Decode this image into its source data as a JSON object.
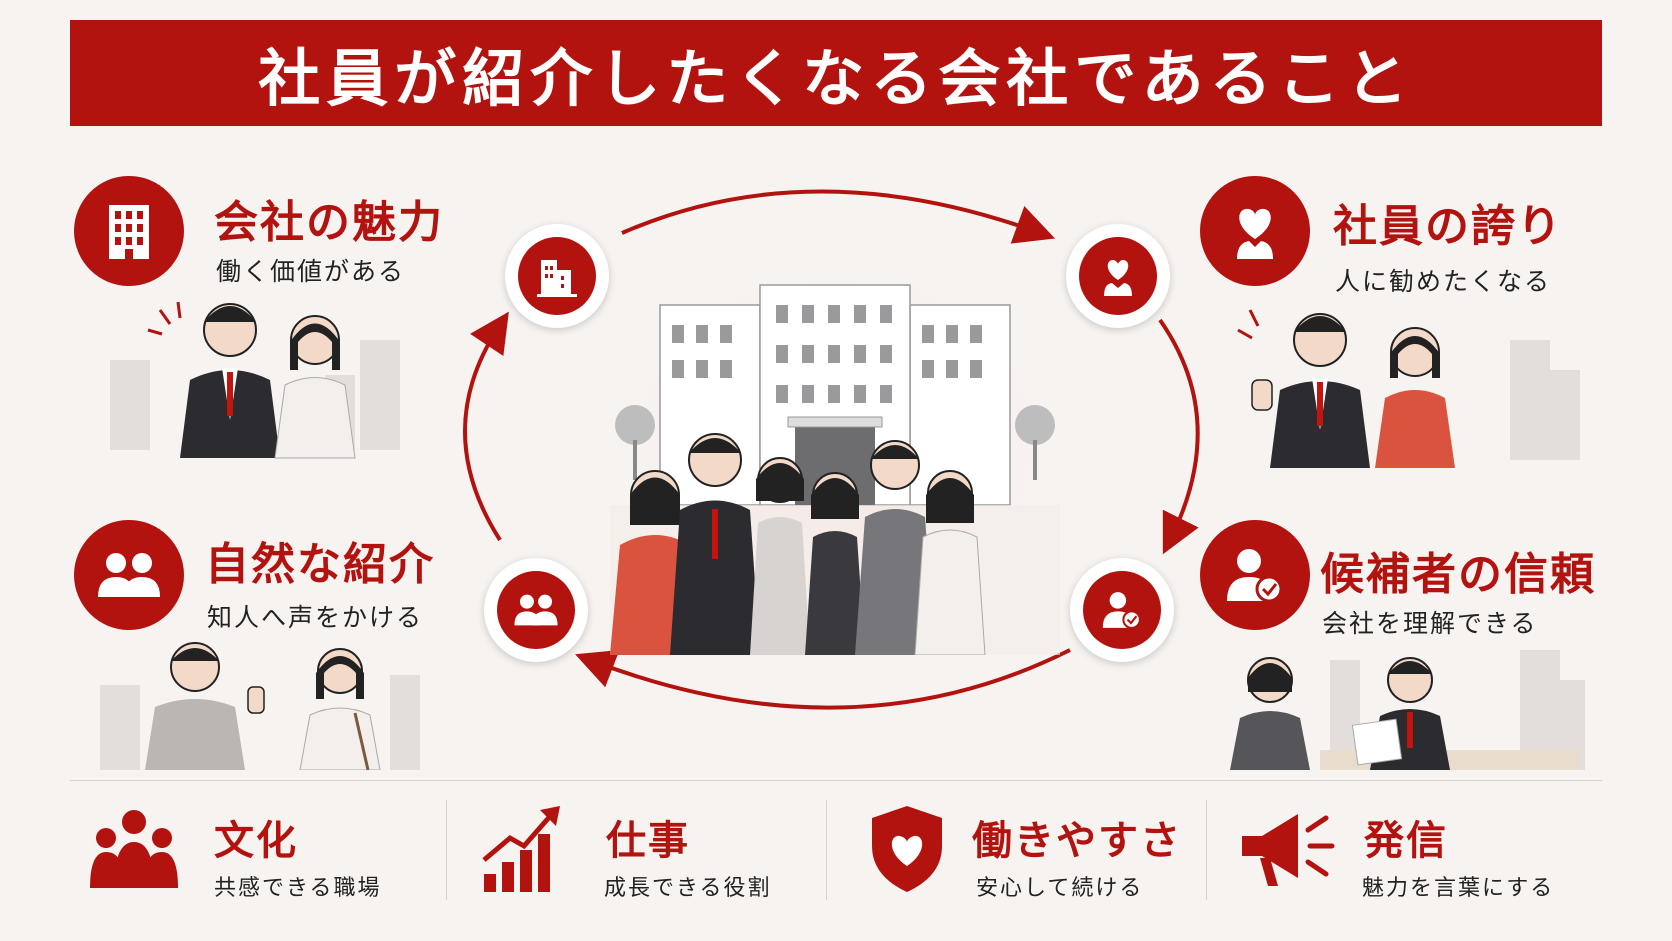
{
  "title": "社員が紹介したくなる会社であること",
  "colors": {
    "accent": "#b3130f",
    "background": "#f7f3f1"
  },
  "features": [
    {
      "icon": "building-icon",
      "title": "会社の魅力",
      "subtitle": "働く価値がある"
    },
    {
      "icon": "heart-person-icon",
      "title": "社員の誇り",
      "subtitle": "人に勧めたくなる"
    },
    {
      "icon": "two-people-icon",
      "title": "自然な紹介",
      "subtitle": "知人へ声をかける"
    },
    {
      "icon": "person-check-icon",
      "title": "候補者の信頼",
      "subtitle": "会社を理解できる"
    }
  ],
  "bottom": [
    {
      "icon": "group-icon",
      "title": "文化",
      "subtitle": "共感できる職場"
    },
    {
      "icon": "growth-chart-icon",
      "title": "仕事",
      "subtitle": "成長できる役割"
    },
    {
      "icon": "shield-heart-icon",
      "title": "働きやすさ",
      "subtitle": "安心して続ける"
    },
    {
      "icon": "megaphone-icon",
      "title": "発信",
      "subtitle": "魅力を言葉にする"
    }
  ]
}
